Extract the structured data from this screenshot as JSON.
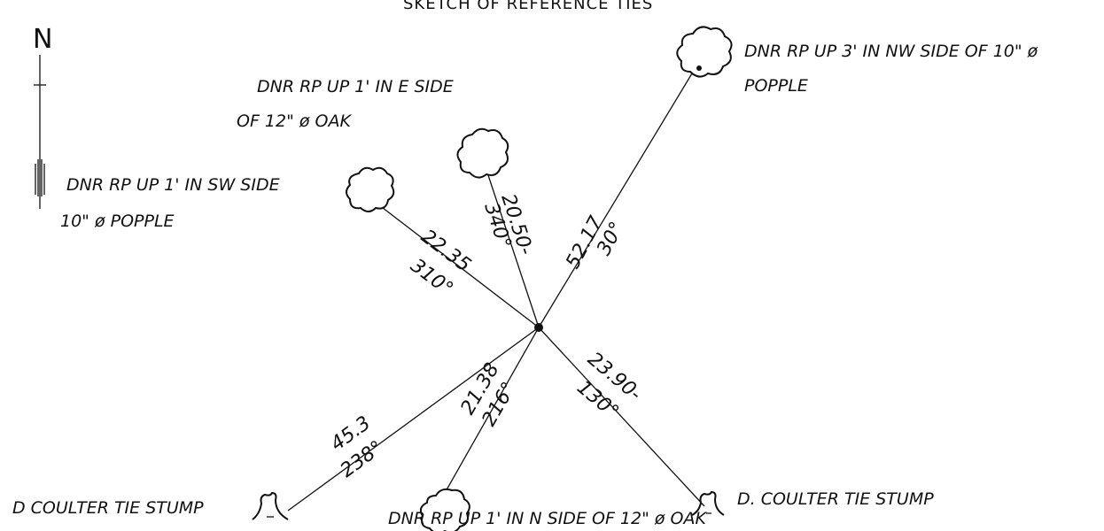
{
  "title": "SKETCH OF REFERENCE TIES",
  "north_label": "N",
  "ties": [
    {
      "id": "nw-popple",
      "label_lines": [
        "DNR RP UP 1' IN SW SIDE",
        "10\" ø POPPLE"
      ],
      "distance": "22.35",
      "bearing": "310°",
      "object": "tree"
    },
    {
      "id": "oak-north",
      "label_lines": [
        "DNR RP UP 1' IN E SIDE",
        "OF 12\" ø OAK"
      ],
      "distance": "20.50-",
      "bearing": "340°",
      "object": "tree"
    },
    {
      "id": "ne-popple",
      "label_lines": [
        "DNR RP UP 3' IN NW SIDE OF 10\" ø",
        "POPPLE"
      ],
      "distance": "52.17",
      "bearing": "30°",
      "object": "tree"
    },
    {
      "id": "se-stump",
      "label_lines": [
        "D. COULTER TIE STUMP"
      ],
      "distance": "23.90-",
      "bearing": "130°",
      "object": "stump"
    },
    {
      "id": "south-oak",
      "label_lines": [
        "DNR RP UP 1' IN N SIDE OF 12\" ø OAK"
      ],
      "distance": "21.38",
      "bearing": "216°",
      "object": "tree"
    },
    {
      "id": "sw-stump",
      "label_lines": [
        "D COULTER TIE STUMP"
      ],
      "distance": "45.3",
      "bearing": "238°",
      "object": "stump"
    }
  ]
}
